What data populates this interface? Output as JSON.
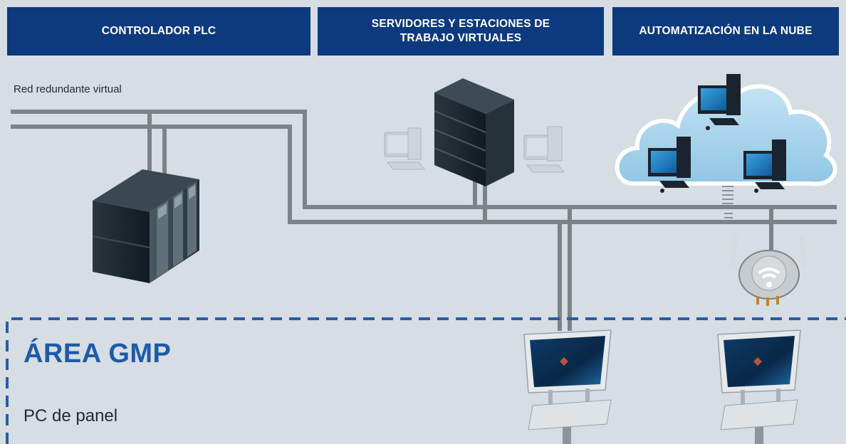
{
  "headers": {
    "plc": "CONTROLADOR PLC",
    "virtual_line1": "SERVIDORES Y ESTACIONES DE",
    "virtual_line2": "TRABAJO VIRTUALES",
    "cloud": "AUTOMATIZACIÓN EN LA NUBE"
  },
  "network_label": "Red redundante virtual",
  "gmp_area": {
    "title": "ÁREA GMP",
    "panel_label": "PC de panel"
  },
  "colors": {
    "header_bg": "#0d3a7e",
    "background": "#d6dde3",
    "cable": "#7d8287",
    "gmp_border": "#2c5aa6",
    "gmp_title": "#1e5aa8",
    "cloud_fill": "#a9d3ea"
  },
  "icons": [
    "plc-rack-icon",
    "server-tower-icon",
    "workstation-icon",
    "cloud-icon",
    "wifi-access-point-icon",
    "panel-pc-icon"
  ]
}
